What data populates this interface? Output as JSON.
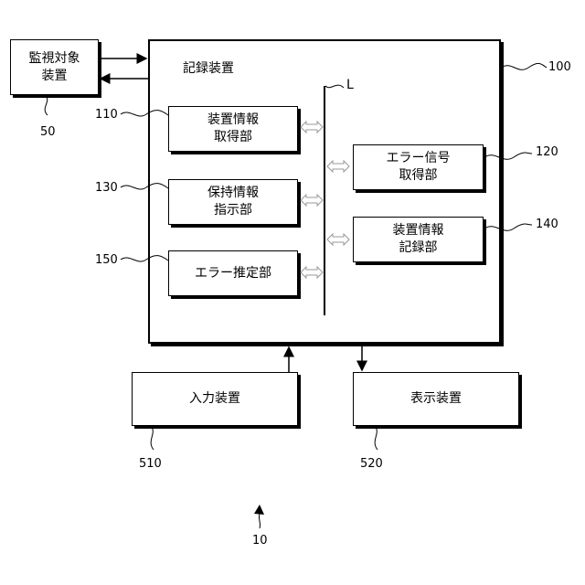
{
  "diagram": {
    "monitored_device": {
      "label": "監視対象\n装置",
      "ref": "50"
    },
    "recording_device": {
      "label": "記録装置",
      "ref": "100"
    },
    "bus": {
      "label": "L"
    },
    "units": {
      "device_info_acquisition": {
        "label": "装置情報\n取得部",
        "ref": "110"
      },
      "error_signal_acquisition": {
        "label": "エラー信号\n取得部",
        "ref": "120"
      },
      "retention_info_instruction": {
        "label": "保持情報\n指示部",
        "ref": "130"
      },
      "device_info_recording": {
        "label": "装置情報\n記録部",
        "ref": "140"
      },
      "error_estimation": {
        "label": "エラー推定部",
        "ref": "150"
      }
    },
    "input_device": {
      "label": "入力装置",
      "ref": "510"
    },
    "display_device": {
      "label": "表示装置",
      "ref": "520"
    },
    "system": {
      "ref": "10"
    }
  }
}
